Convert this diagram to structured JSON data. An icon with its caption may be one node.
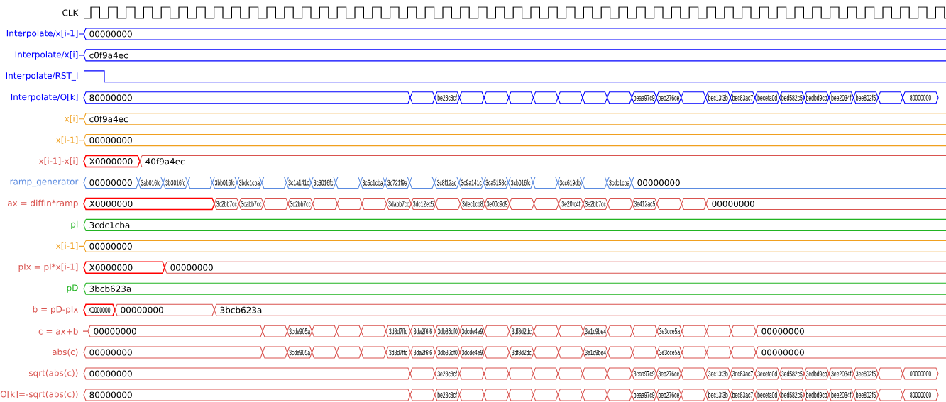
{
  "diagram": {
    "nodes": [
      {
        "text": [
          "00000000"
        ]
      },
      {
        "text": [
          "c0f9a4ec"
        ]
      },
      {
        "text": [
          "80000000"
        ]
      },
      {
        "text": [],
        "shape": "box"
      },
      {
        "text": [
          "be28c8cf"
        ]
      },
      {
        "text": [],
        "shape": "box"
      },
      {
        "text": [],
        "shape": "box"
      },
      {
        "text": [],
        "shape": "box"
      },
      {
        "text": [],
        "shape": "box"
      },
      {
        "text": [],
        "shape": "box"
      },
      {
        "text": [],
        "shape": "box"
      },
      {
        "text": [],
        "shape": "box"
      },
      {
        "text": [
          "beaa97c9"
        ]
      },
      {
        "text": [
          "beb276ce"
        ]
      },
      {
        "text": [],
        "shape": "box"
      },
      {
        "text": [
          "bec13f3b"
        ]
      },
      {
        "text": [
          "bec83ac7"
        ]
      },
      {
        "text": [
          "becefa0d"
        ]
      },
      {
        "text": [
          "bed582c5"
        ]
      },
      {
        "text": [
          "bedbd9cb"
        ]
      },
      {
        "text": [
          "bee2034f"
        ]
      },
      {
        "text": [
          "bee802f5"
        ]
      },
      {
        "text": [],
        "shape": "box"
      },
      {
        "text": [
          "80000000"
        ]
      },
      {
        "text": [
          "c0f9a4ec"
        ]
      },
      {
        "text": [
          "00000000"
        ]
      },
      {
        "text": [
          "X0000000"
        ]
      },
      {
        "text": [
          "40f9a4ec"
        ]
      },
      {
        "text": [
          "00000000"
        ]
      },
      {
        "text": [
          "3ab016fc"
        ]
      },
      {
        "text": [
          "3b3016fc"
        ]
      },
      {
        "text": [],
        "shape": "box"
      },
      {
        "text": [
          "3bb016fc"
        ]
      },
      {
        "text": [
          "3bdc1cba"
        ]
      },
      {
        "text": [],
        "shape": "box"
      },
      {
        "text": [
          "3c1a141c"
        ]
      },
      {
        "text": [
          "3c3016fc"
        ]
      },
      {
        "text": [],
        "shape": "box"
      },
      {
        "text": [
          "3c5c1cba"
        ]
      },
      {
        "text": [
          "3c721f9a"
        ]
      },
      {
        "text": [],
        "shape": "box"
      },
      {
        "text": [
          "3c8f12ac"
        ]
      },
      {
        "text": [
          "3c9a141c"
        ]
      },
      {
        "text": [
          "3ca5158c"
        ]
      },
      {
        "text": [
          "3cb016fc"
        ]
      },
      {
        "text": [],
        "shape": "box"
      },
      {
        "text": [
          "3cc619db"
        ]
      },
      {
        "text": [],
        "shape": "box"
      },
      {
        "text": [
          "3cdc1cba"
        ]
      },
      {
        "text": [
          "00000000"
        ]
      },
      {
        "text": [
          "X0000000"
        ]
      },
      {
        "text": [
          "3c2bb7cc"
        ]
      },
      {
        "text": [
          "3cabb7cc"
        ]
      },
      {
        "text": [],
        "shape": "box"
      },
      {
        "text": [
          "3d2bb7cc"
        ]
      },
      {
        "text": [],
        "shape": "box"
      },
      {
        "text": [],
        "shape": "box"
      },
      {
        "text": [],
        "shape": "box"
      },
      {
        "text": [
          "3dabb7cc"
        ]
      },
      {
        "text": [
          "3dc12ec5"
        ]
      },
      {
        "text": [],
        "shape": "box"
      },
      {
        "text": [
          "3dec1cb8"
        ]
      },
      {
        "text": [
          "3e00c9d9"
        ]
      },
      {
        "text": [],
        "shape": "box"
      },
      {
        "text": [],
        "shape": "box"
      },
      {
        "text": [
          "3e20fc4f"
        ]
      },
      {
        "text": [
          "3e2bb7cc"
        ]
      },
      {
        "text": [],
        "shape": "box"
      },
      {
        "text": [
          "3e412ac5"
        ]
      },
      {
        "text": [],
        "shape": "box"
      },
      {
        "text": [],
        "shape": "box"
      },
      {
        "text": [
          "00000000"
        ]
      },
      {
        "text": [
          "3cdc1cba"
        ]
      },
      {
        "text": [
          "00000000"
        ]
      },
      {
        "text": [
          "X0000000"
        ]
      },
      {
        "text": [
          "00000000"
        ]
      },
      {
        "text": [
          "3bcb623a"
        ]
      },
      {
        "text": [
          "X0000000"
        ]
      },
      {
        "text": [
          "00000000"
        ]
      },
      {
        "text": [
          "3bcb623a"
        ]
      },
      {
        "text": [
          "00000000"
        ]
      },
      {
        "text": [],
        "shape": "box"
      },
      {
        "text": [
          "3cde905a"
        ]
      },
      {
        "text": [],
        "shape": "box"
      },
      {
        "text": [],
        "shape": "box"
      },
      {
        "text": [],
        "shape": "box"
      },
      {
        "text": [
          "3d8d7ffd"
        ]
      },
      {
        "text": [
          "3da2f6f6"
        ]
      },
      {
        "text": [
          "3db86df0"
        ]
      },
      {
        "text": [
          "3dcde4e9"
        ]
      },
      {
        "text": [],
        "shape": "box"
      },
      {
        "text": [
          "3df8d2dc"
        ]
      },
      {
        "text": [],
        "shape": "box"
      },
      {
        "text": [],
        "shape": "box"
      },
      {
        "text": [
          "3e1c9be4"
        ]
      },
      {
        "text": [],
        "shape": "box"
      },
      {
        "text": [],
        "shape": "box"
      },
      {
        "text": [
          "3e3cce5a"
        ]
      },
      {
        "text": [],
        "shape": "box"
      },
      {
        "text": [],
        "shape": "box"
      },
      {
        "text": [],
        "shape": "box"
      },
      {
        "text": [
          "00000000"
        ]
      },
      {
        "text": [
          "00000000"
        ]
      },
      {
        "text": [],
        "shape": "box"
      },
      {
        "text": [
          "3cde905a"
        ]
      },
      {
        "text": [],
        "shape": "box"
      },
      {
        "text": [],
        "shape": "box"
      },
      {
        "text": [],
        "shape": "box"
      },
      {
        "text": [
          "3d8d7ffd"
        ]
      },
      {
        "text": [
          "3da2f6f6"
        ]
      },
      {
        "text": [
          "3db86df0"
        ]
      },
      {
        "text": [
          "3dcde4e9"
        ]
      },
      {
        "text": [],
        "shape": "box"
      },
      {
        "text": [
          "3df8d2dc"
        ]
      },
      {
        "text": [],
        "shape": "box"
      },
      {
        "text": [],
        "shape": "box"
      },
      {
        "text": [
          "3e1c9be4"
        ]
      },
      {
        "text": [],
        "shape": "box"
      },
      {
        "text": [],
        "shape": "box"
      },
      {
        "text": [
          "3e3cce5a"
        ]
      },
      {
        "text": [],
        "shape": "box"
      },
      {
        "text": [],
        "shape": "box"
      },
      {
        "text": [],
        "shape": "box"
      },
      {
        "text": [
          "00000000"
        ]
      },
      {
        "text": [
          "00000000"
        ]
      },
      {
        "text": [],
        "shape": "box"
      },
      {
        "text": [
          "3e28c8cf"
        ]
      },
      {
        "text": [],
        "shape": "box"
      },
      {
        "text": [],
        "shape": "box"
      },
      {
        "text": [],
        "shape": "box"
      },
      {
        "text": [],
        "shape": "box"
      },
      {
        "text": [],
        "shape": "box"
      },
      {
        "text": [],
        "shape": "box"
      },
      {
        "text": [],
        "shape": "box"
      },
      {
        "text": [
          "3eaa97c9"
        ]
      },
      {
        "text": [
          "3eb276ce"
        ]
      },
      {
        "text": [],
        "shape": "box"
      },
      {
        "text": [
          "3ec13f3b"
        ]
      },
      {
        "text": [
          "3ec83ac7"
        ]
      },
      {
        "text": [
          "3ecefa0d"
        ]
      },
      {
        "text": [
          "3ed582c5"
        ]
      },
      {
        "text": [
          "3edbd9cb"
        ]
      },
      {
        "text": [
          "3ee2034f"
        ]
      },
      {
        "text": [
          "3ee802f5"
        ]
      },
      {
        "text": [],
        "shape": "box"
      },
      {
        "text": [
          "00000000"
        ]
      },
      {
        "text": [
          "80000000"
        ]
      },
      {
        "text": [],
        "shape": "box"
      },
      {
        "text": [
          "be28c8cf"
        ]
      },
      {
        "text": [],
        "shape": "box"
      },
      {
        "text": [],
        "shape": "box"
      },
      {
        "text": [],
        "shape": "box"
      },
      {
        "text": [],
        "shape": "box"
      },
      {
        "text": [],
        "shape": "box"
      },
      {
        "text": [],
        "shape": "box"
      },
      {
        "text": [],
        "shape": "box"
      },
      {
        "text": [
          "beaa97c9"
        ]
      },
      {
        "text": [
          "beb276ce"
        ]
      },
      {
        "text": [],
        "shape": "box"
      },
      {
        "text": [
          "bec13f3b"
        ]
      },
      {
        "text": [
          "bec83ac7"
        ]
      },
      {
        "text": [
          "becefa0d"
        ]
      },
      {
        "text": [
          "bed582c5"
        ]
      },
      {
        "text": [
          "bedbd9cb"
        ]
      },
      {
        "text": [
          "bee2034f"
        ]
      },
      {
        "text": [
          "bee802f5"
        ]
      },
      {
        "text": [],
        "shape": "box"
      },
      {
        "text": [
          "80000000"
        ]
      }
    ],
    "labels": [
      "CLK",
      "Interpolate/x[i-1]",
      "Interpolate/x[i]",
      "Interpolate/RST_I",
      "Interpolate/O[k]",
      "x[i]",
      "x[i-1]",
      "x[i-1]-x[i]",
      "ramp_generator",
      "ax = diffIn*ramp",
      "pI",
      "x[i-1]",
      "pIx = pI*x[i-1]",
      "pD",
      "b = pD-pIx",
      "c = ax+b",
      "abs(c)",
      "sqrt(abs(c))",
      "O[k]=-sqrt(abs(c))"
    ]
  }
}
